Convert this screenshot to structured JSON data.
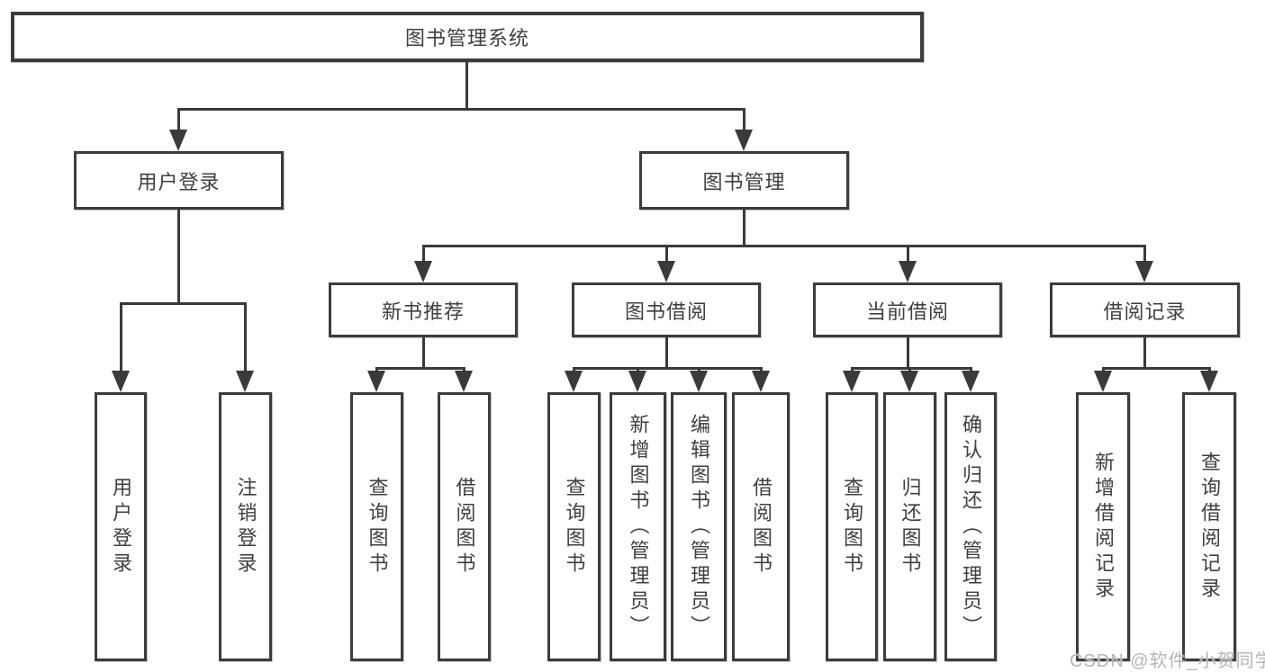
{
  "diagram": {
    "root": "图书管理系统",
    "level2": [
      "用户登录",
      "图书管理"
    ],
    "level3": [
      "新书推荐",
      "图书借阅",
      "当前借阅",
      "借阅记录"
    ],
    "leaves": {
      "user_login": [
        "用户登录",
        "注销登录"
      ],
      "new_book_recommend": [
        "查询图书",
        "借阅图书"
      ],
      "book_borrow": [
        "查询图书",
        "新增图书（管理员）",
        "编辑图书（管理员）",
        "借阅图书"
      ],
      "current_borrow": [
        "查询图书",
        "归还图书",
        "确认归还（管理员）"
      ],
      "borrow_records": [
        "新增借阅记录",
        "查询借阅记录"
      ]
    }
  },
  "watermark": "CSDN @软件_小贺同学",
  "colors": {
    "line": "#3a3a3a",
    "box_border": "#3c3c3c",
    "text": "#3f3f3f",
    "watermark": "#b5b5b5",
    "background": "#ffffff"
  }
}
